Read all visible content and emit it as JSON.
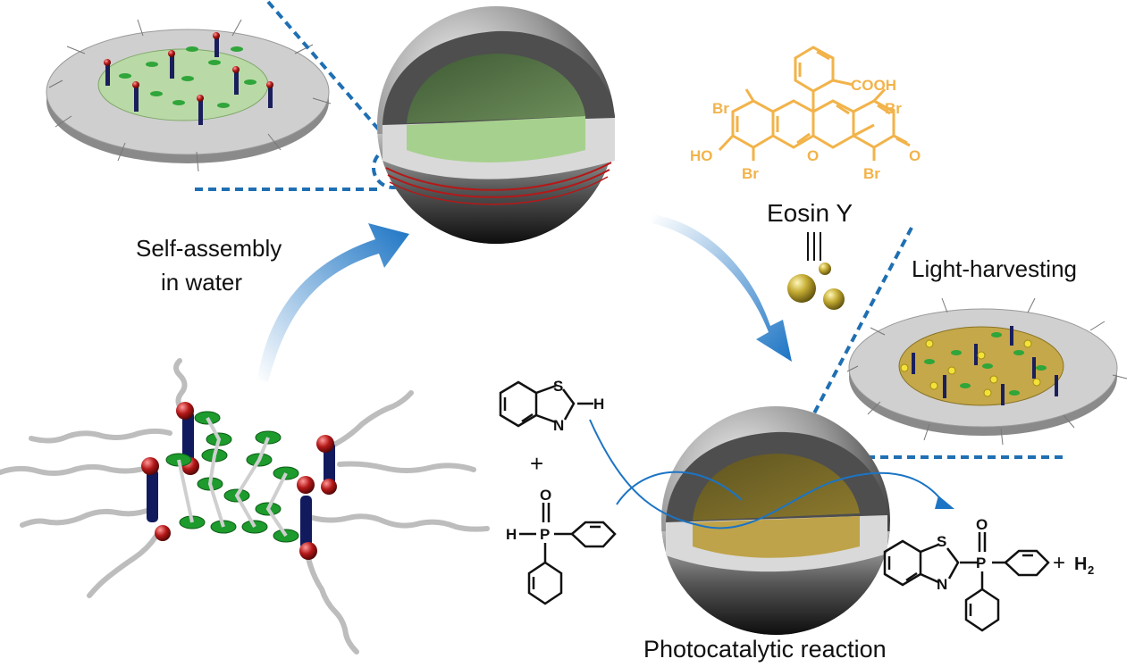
{
  "labels": {
    "self_assembly_line1": "Self-assembly",
    "self_assembly_line2": "in water",
    "dye_name": "Eosin Y",
    "light_harvesting": "Light-harvesting",
    "photocatalytic_reaction": "Photocatalytic reaction"
  },
  "eosin": {
    "cooh": "COOH",
    "br": "Br",
    "ho": "HO",
    "o_ring": "O",
    "o_keto": "O"
  },
  "reaction": {
    "plus": "+",
    "benzothiazole_s": "S",
    "benzothiazole_n": "N",
    "benzothiazole_h": "H",
    "phosphine_o": "O",
    "phosphine_h": "H",
    "phosphine_p": "P",
    "product_s": "S",
    "product_n": "N",
    "product_p": "P",
    "product_o": "O",
    "h2_plus": "+",
    "h2_h": "H",
    "h2_sub": "2"
  },
  "colors": {
    "eosin": "#f2b34a",
    "arrow_blue": "#1c74c4",
    "core_green": "#9ccc84",
    "core_gold": "#b59a3a",
    "dashed_blue": "#1f6fb2",
    "sphere_particles": "#c9b23a"
  }
}
